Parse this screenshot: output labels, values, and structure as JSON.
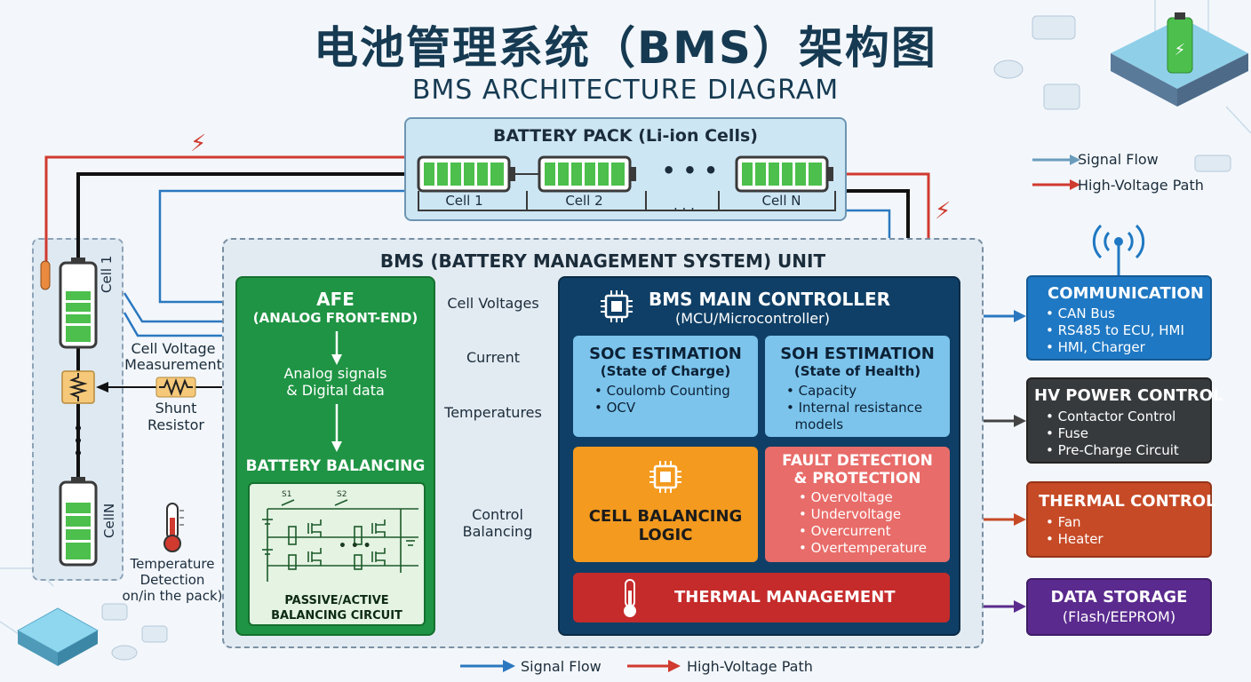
{
  "title_cn": "电池管理系统（BMS）架构图",
  "title_en": "BMS ARCHITECTURE DIAGRAM",
  "colors": {
    "signal_flow": "#2b78c0",
    "high_voltage": "#d03a2f",
    "afe": "#1f9444",
    "controller": "#0f3f66",
    "estimation": "#7cc4ec",
    "cell_balancing_logic": "#f39a1f",
    "fault": "#e86c69",
    "thermal": "#c52b2b",
    "communication": "#1f78c3",
    "hv_power": "#373a3d",
    "thermal_control": "#c64a26",
    "data_storage": "#5a2a8e"
  },
  "legend_top": {
    "signal": "Signal Flow",
    "hv": "High-Voltage Path"
  },
  "legend_bottom": {
    "signal": "Signal Flow",
    "hv": "High-Voltage Path"
  },
  "battery_pack": {
    "title": "BATTERY PACK (Li-ion Cells)",
    "cells": [
      "Cell 1",
      "Cell 2",
      "Cell N"
    ],
    "ellipsis": "• • •",
    "dots": ". . ."
  },
  "left_cells": {
    "cell_top": "Cell 1",
    "cell_bottom": "CellN",
    "dots": "•\n•\n•"
  },
  "labels": {
    "cell_voltage_measurement_1": "Cell Voltage",
    "cell_voltage_measurement_2": "Measurement",
    "shunt_1": "Shunt",
    "shunt_2": "Resistor",
    "temp_det_1": "Temperature",
    "temp_det_2": "Detection",
    "temp_det_3": "on/in the pack)"
  },
  "bms_unit": {
    "title": "BMS (BATTERY MANAGEMENT SYSTEM) UNIT"
  },
  "afe": {
    "title": "AFE",
    "subtitle": "(ANALOG FRONT-END)",
    "signals_1": "Analog signals",
    "signals_2": "& Digital data",
    "balancing_title": "BATTERY BALANCING",
    "circuit_1": "PASSIVE/ACTIVE",
    "circuit_2": "BALANCING CIRCUIT",
    "s1": "S1",
    "s2": "S2"
  },
  "flows": {
    "cell_voltages": "Cell Voltages",
    "current": "Current",
    "temperatures": "Temperatures",
    "control_1": "Control",
    "control_2": "Balancing"
  },
  "controller": {
    "title": "BMS MAIN CONTROLLER",
    "subtitle": "(MCU/Microcontroller)",
    "soc": {
      "title": "SOC ESTIMATION",
      "subtitle": "(State of Charge)",
      "items": [
        "• Coulomb Counting",
        "• OCV"
      ]
    },
    "soh": {
      "title": "SOH ESTIMATION",
      "subtitle": "(State of Health)",
      "items": [
        "• Capacity",
        "• Internal resistance",
        "  models"
      ]
    },
    "cell_balancing": {
      "line1": "CELL BALANCING",
      "line2": "LOGIC"
    },
    "fault": {
      "line1": "FAULT DETECTION",
      "line2": "& PROTECTION",
      "items": [
        "• Overvoltage",
        "• Undervoltage",
        "• Overcurrent",
        "• Overtemperature"
      ]
    },
    "thermal": "THERMAL MANAGEMENT"
  },
  "right": {
    "comm": {
      "title": "COMMUNICATION",
      "items": [
        "• CAN Bus",
        "• RS485 to ECU, HMI",
        "• HMI, Charger"
      ]
    },
    "hv": {
      "title": "HV POWER CONTROL",
      "items": [
        "• Contactor Control",
        "• Fuse",
        "• Pre-Charge Circuit"
      ]
    },
    "thermal": {
      "title": "THERMAL CONTROL",
      "items": [
        "• Fan",
        "• Heater"
      ]
    },
    "data": {
      "title": "DATA STORAGE",
      "subtitle": "(Flash/EEPROM)"
    }
  }
}
